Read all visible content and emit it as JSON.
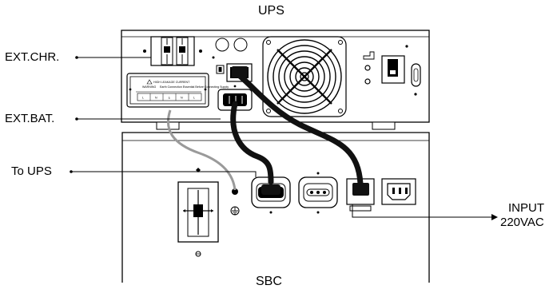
{
  "labels": {
    "top_title": "UPS",
    "bottom_title": "SBC",
    "ext_chr": "EXT.CHR.",
    "ext_bat": "EXT.BAT.",
    "to_ups": "To UPS",
    "input_line1": "INPUT",
    "input_line2": "220VAC"
  },
  "warning_label": {
    "header": "HIGH LEAKAGE CURRENT",
    "warning": "WARNING",
    "text": "Earth Connection Essential Before Connecting Supply",
    "terminals": [
      "L",
      "N",
      "⏚",
      "N",
      "L"
    ]
  },
  "colors": {
    "line": "#000000",
    "cable": "#111111",
    "gray_wire": "#9a9a9a",
    "panel": "#ffffff"
  },
  "icons": [
    "fan-grille-icon",
    "power-switch-icon",
    "breaker-icon",
    "ground-symbol-icon",
    "iec-socket-icon"
  ]
}
